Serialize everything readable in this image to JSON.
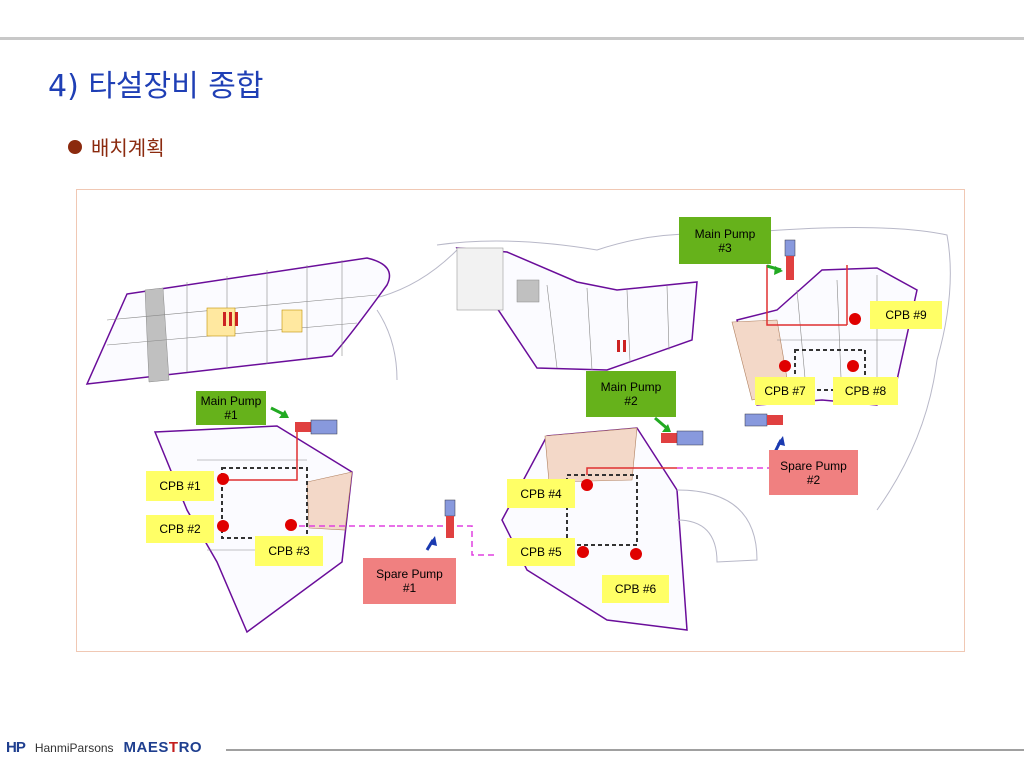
{
  "page": {
    "title": "4) 타설장비 종합",
    "subtitle": "배치계획"
  },
  "figure": {
    "labels": {
      "main_pump_1": "Main Pump\n#1",
      "main_pump_2": "Main Pump\n#2",
      "main_pump_3": "Main Pump\n#3",
      "spare_pump_1": "Spare Pump\n#1",
      "spare_pump_2": "Spare Pump\n#2",
      "cpb_1": "CPB #1",
      "cpb_2": "CPB #2",
      "cpb_3": "CPB #3",
      "cpb_4": "CPB #4",
      "cpb_5": "CPB #5",
      "cpb_6": "CPB #6",
      "cpb_7": "CPB #7",
      "cpb_8": "CPB #8",
      "cpb_9": "CPB #9"
    },
    "colors": {
      "main_pump_label": "#66b21b",
      "cpb_label": "#ffff66",
      "spare_pump_label": "#f08080",
      "cpb_marker": "#e00000",
      "pipe_main": "#e03030",
      "pipe_spare": "#e040e0",
      "floor_outline": "#6a0d9a"
    }
  },
  "footer": {
    "hp_logo": "HP",
    "company": "HanmiParsons",
    "product_pre": "MAES",
    "product_t": "T",
    "product_post": "RO"
  }
}
